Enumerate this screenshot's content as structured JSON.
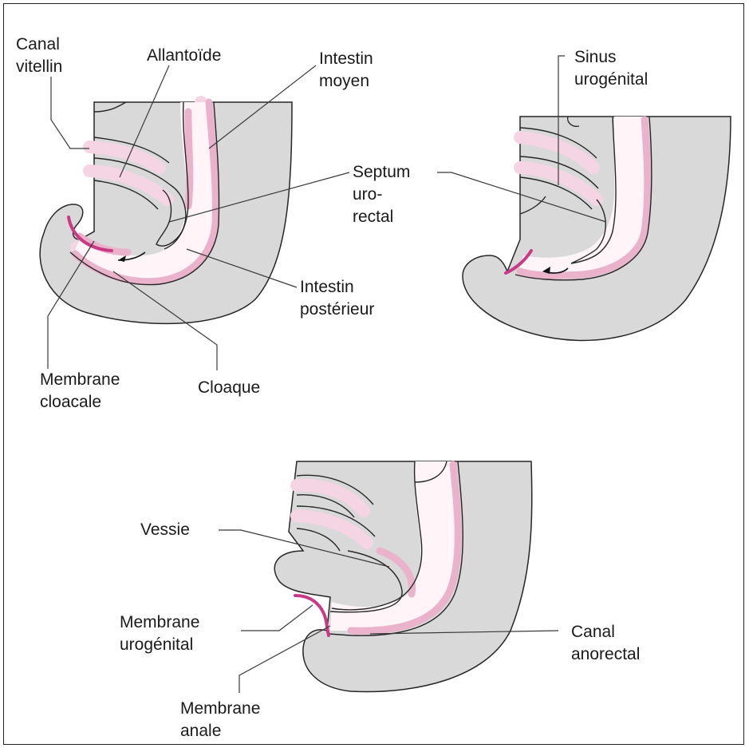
{
  "colors": {
    "tissue": "#d9d9d9",
    "lumen_pink": "#eab3cb",
    "membrane": "#c93a86",
    "outline": "#262626"
  },
  "panel1": {
    "canal_vitellin": [
      "Canal",
      "vitellin"
    ],
    "allantoide": [
      "Allantoïde"
    ],
    "intestin_moyen": [
      "Intestin",
      "moyen"
    ],
    "intestin_posterieur": [
      "Intestin",
      "postérieur"
    ],
    "membrane_cloacale": [
      "Membrane",
      "cloacale"
    ],
    "cloaque": [
      "Cloaque"
    ]
  },
  "panel2": {
    "sinus_urogenital": [
      "Sinus",
      "urogénital"
    ]
  },
  "shared": {
    "septum_urorectal": [
      "Septum",
      "uro-",
      "rectal"
    ]
  },
  "panel3": {
    "vessie": [
      "Vessie"
    ],
    "membrane_urogenital": [
      "Membrane",
      "urogénital"
    ],
    "membrane_anale": [
      "Membrane",
      "anale"
    ],
    "canal_anorectal": [
      "Canal",
      "anorectal"
    ]
  }
}
